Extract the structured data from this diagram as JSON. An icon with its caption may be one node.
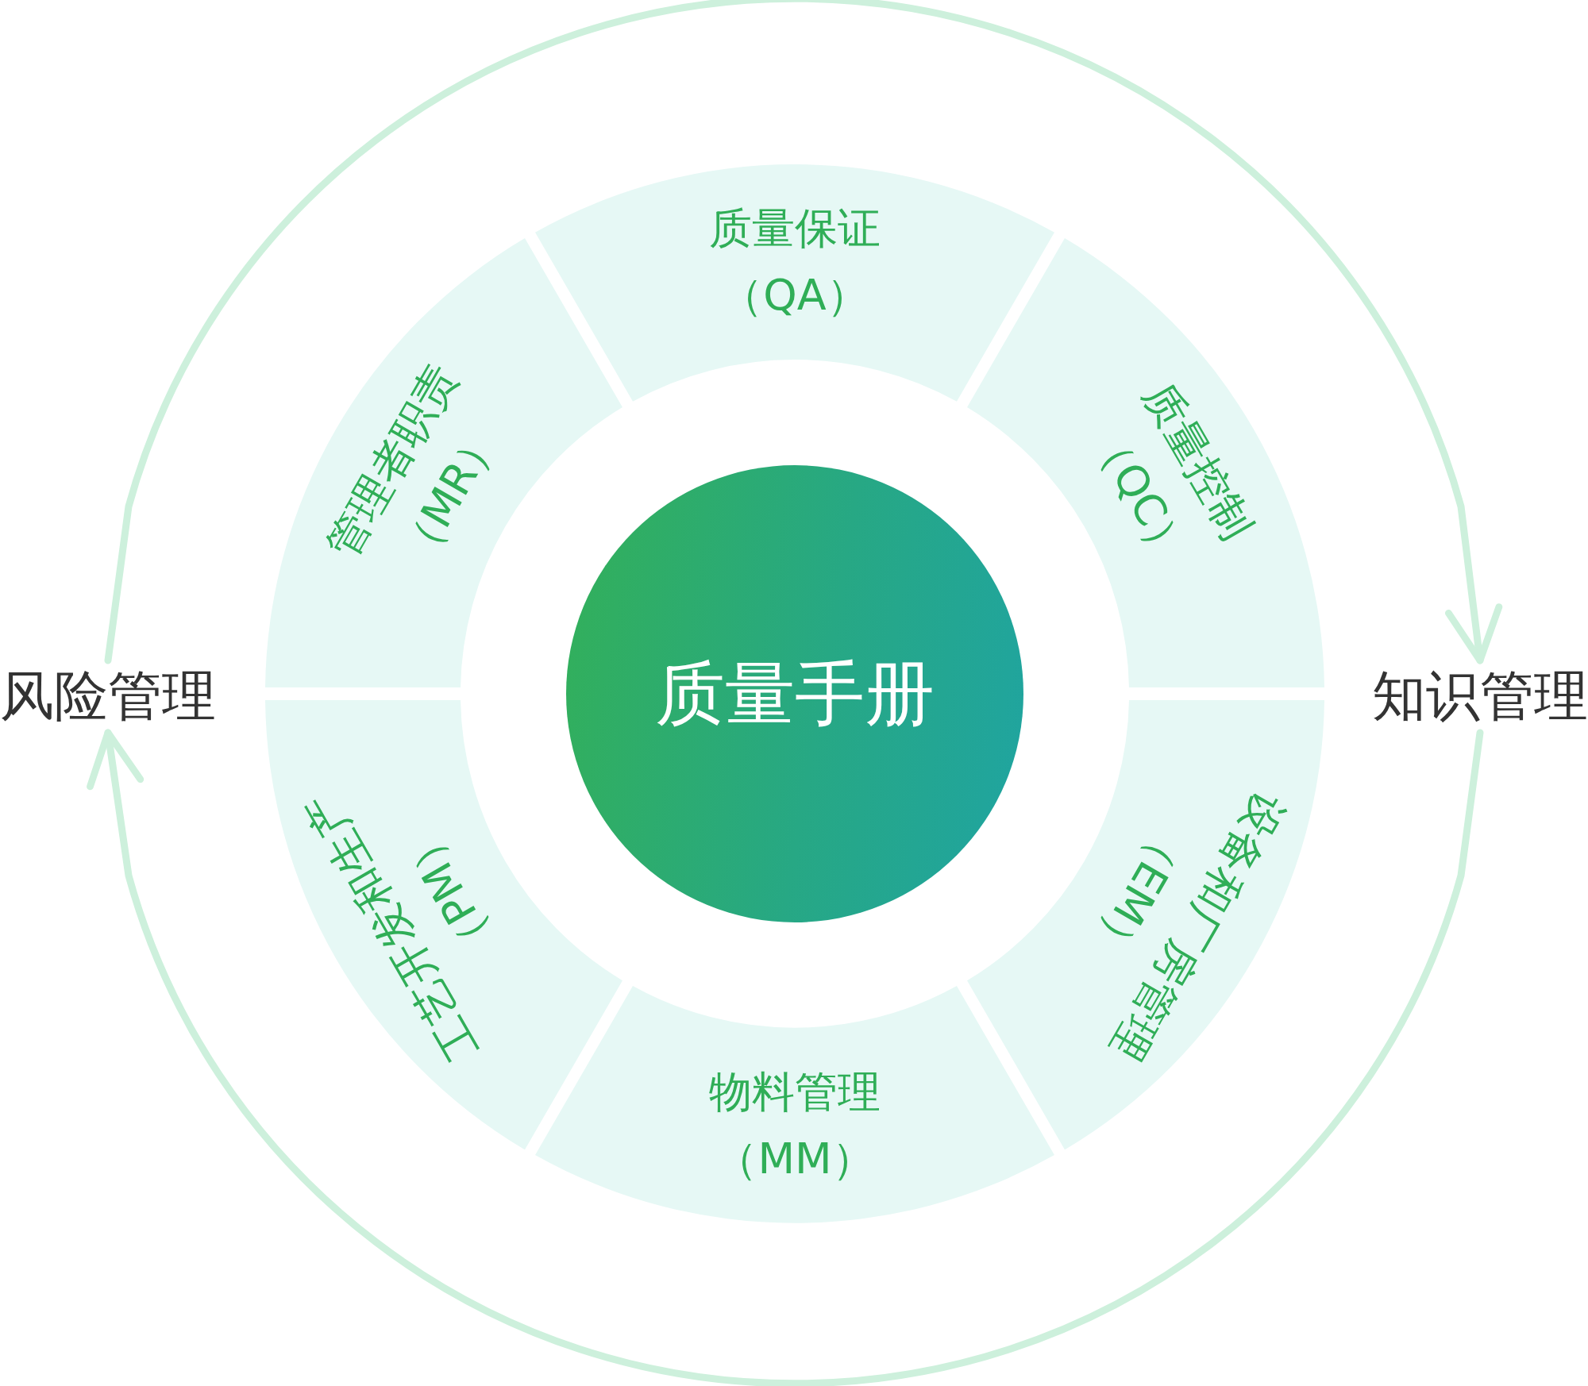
{
  "diagram": {
    "nodes": [
      {
        "text": [
          "质量手册"
        ]
      },
      {
        "text": [
          "质量保证",
          "（QA）"
        ]
      },
      {
        "text": [
          "质量控制",
          "（QC）"
        ]
      },
      {
        "text": [
          "设备和厂房管理",
          "（EM）"
        ]
      },
      {
        "text": [
          "物料管理",
          "（MM）"
        ]
      },
      {
        "text": [
          "工艺开发和生产",
          "（PM）"
        ]
      },
      {
        "text": [
          "管理者职责",
          "（MR）"
        ]
      },
      {
        "text": [
          "风险管理"
        ]
      },
      {
        "text": [
          "知识管理"
        ]
      }
    ],
    "edges": [
      {
        "from": 7,
        "to": 8,
        "arrow": "to"
      },
      {
        "from": 8,
        "to": 7,
        "arrow": "to"
      }
    ]
  }
}
